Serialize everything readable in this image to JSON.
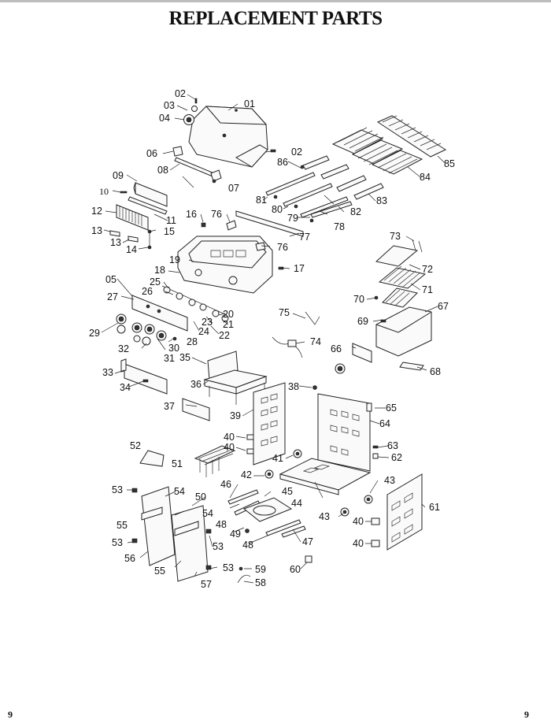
{
  "page": {
    "title": "REPLACEMENT PARTS",
    "page_number_left": "9",
    "page_number_right": "9"
  },
  "labels": {
    "p01": "01",
    "p02a": "02",
    "p02b": "02",
    "p03": "03",
    "p04": "04",
    "p05": "05",
    "p06": "06",
    "p07": "07",
    "p08": "08",
    "p09": "09",
    "p10": "10",
    "p11": "11",
    "p12": "12",
    "p13a": "13",
    "p13b": "13",
    "p14": "14",
    "p15": "15",
    "p16": "16",
    "p17": "17",
    "p18": "18",
    "p19": "19",
    "p20": "20",
    "p21": "21",
    "p22": "22",
    "p23": "23",
    "p24": "24",
    "p25": "25",
    "p26": "26",
    "p27": "27",
    "p28": "28",
    "p29": "29",
    "p30": "30",
    "p31": "31",
    "p32": "32",
    "p33": "33",
    "p34": "34",
    "p35": "35",
    "p36": "36",
    "p37": "37",
    "p38": "38",
    "p39": "39",
    "p40a": "40",
    "p40b": "40",
    "p40c": "40",
    "p40d": "40",
    "p41": "41",
    "p42": "42",
    "p43a": "43",
    "p43b": "43",
    "p44": "44",
    "p45": "45",
    "p46": "46",
    "p47": "47",
    "p48a": "48",
    "p48b": "48",
    "p49": "49",
    "p50": "50",
    "p51": "51",
    "p52": "52",
    "p53a": "53",
    "p53b": "53",
    "p53c": "53",
    "p53d": "53",
    "p54a": "54",
    "p54b": "54",
    "p55a": "55",
    "p55b": "55",
    "p56": "56",
    "p57": "57",
    "p58": "58",
    "p59": "59",
    "p60": "60",
    "p61": "61",
    "p62": "62",
    "p63": "63",
    "p64": "64",
    "p65": "65",
    "p66": "66",
    "p67": "67",
    "p68": "68",
    "p69": "69",
    "p70": "70",
    "p71": "71",
    "p72": "72",
    "p73": "73",
    "p74": "74",
    "p75": "75",
    "p76a": "76",
    "p76b": "76",
    "p77": "77",
    "p78": "78",
    "p79": "79",
    "p80": "80",
    "p81": "81",
    "p82": "82",
    "p83": "83",
    "p84": "84",
    "p85": "85",
    "p86": "86"
  }
}
